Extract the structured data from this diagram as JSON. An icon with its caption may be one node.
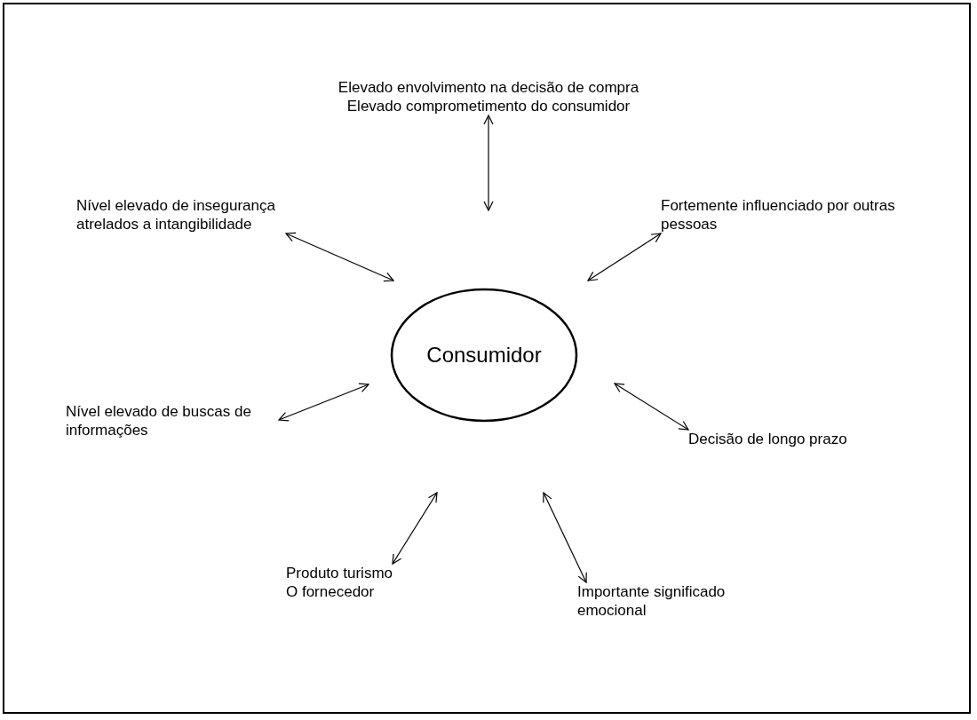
{
  "diagram": {
    "nodes": [
      {
        "text": [
          "Consumidor"
        ]
      },
      {
        "text": [
          "Elevado envolvimento na decisão de compra",
          "Elevado comprometimento do consumidor"
        ]
      },
      {
        "text": [
          "Nível elevado de insegurança atrelados a intangibilidade"
        ]
      },
      {
        "text": [
          "Fortemente influenciado por outras pessoas"
        ]
      },
      {
        "text": [
          "Nível elevado de buscas de informações"
        ]
      },
      {
        "text": [
          "Decisão de longo prazo"
        ]
      },
      {
        "text": [
          "Produto turismo",
          "O fornecedor"
        ]
      },
      {
        "text": [
          "Importante significado emocional"
        ]
      }
    ],
    "edges": [
      {
        "from": null,
        "to": 1,
        "arrow": "both"
      },
      {
        "from": null,
        "to": 2,
        "arrow": "both"
      },
      {
        "from": null,
        "to": 3,
        "arrow": "both"
      },
      {
        "from": null,
        "to": 4,
        "arrow": "both"
      },
      {
        "from": null,
        "to": 5,
        "arrow": "both"
      },
      {
        "from": null,
        "to": 6,
        "arrow": "both"
      },
      {
        "from": null,
        "to": 7,
        "arrow": "both"
      }
    ]
  }
}
